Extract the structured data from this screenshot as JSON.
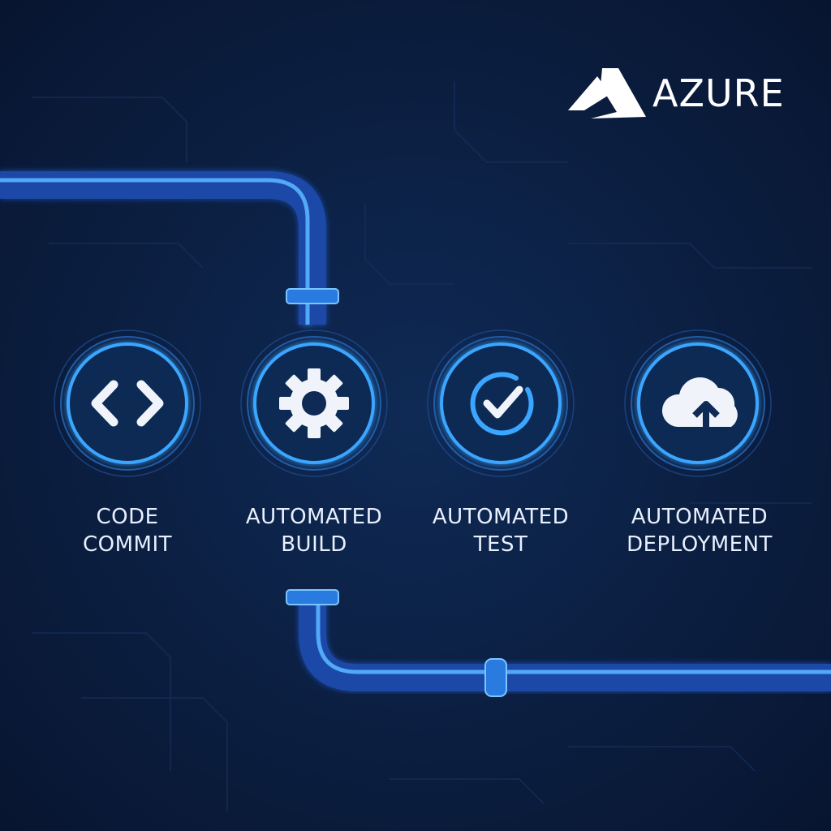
{
  "brand": {
    "name": "AZURE",
    "icon": "azure-logo-icon"
  },
  "colors": {
    "background": "#0a1a38",
    "accent": "#2f8bff",
    "ring": "#3aa6ff",
    "icon": "#f0f4fa"
  },
  "stages": [
    {
      "icon": "code-brackets-icon",
      "line1": "CODE",
      "line2": "COMMIT"
    },
    {
      "icon": "gear-icon",
      "line1": "AUTOMATED",
      "line2": "BUILD"
    },
    {
      "icon": "check-circle-icon",
      "line1": "AUTOMATED",
      "line2": "TEST"
    },
    {
      "icon": "cloud-upload-icon",
      "line1": "AUTOMATED",
      "line2": "DEPLOYMENT"
    }
  ]
}
